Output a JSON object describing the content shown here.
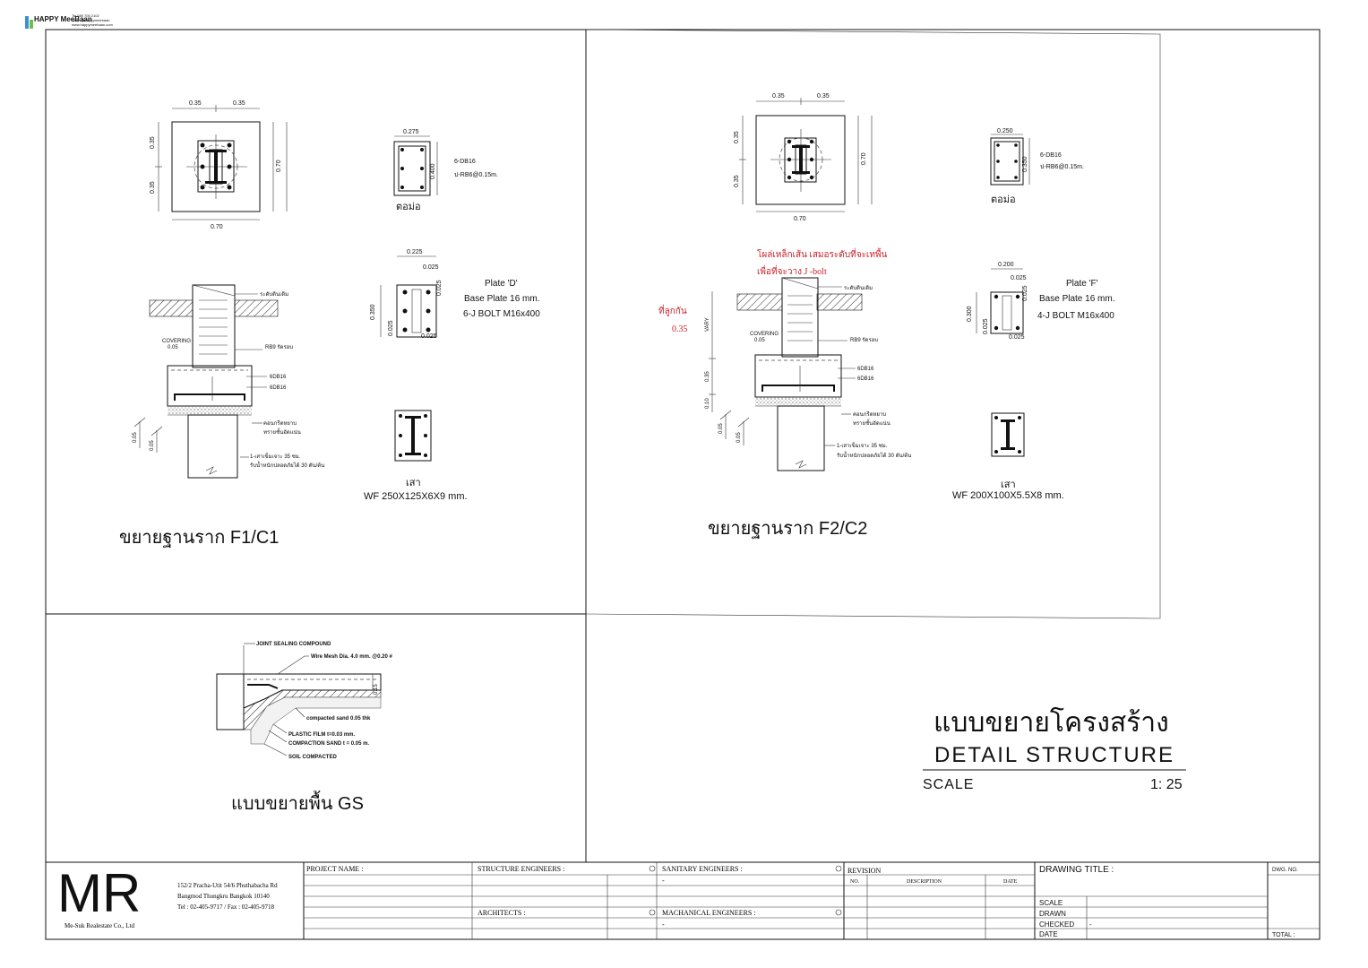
{
  "logo": {
    "brand": "HAPPY MeeBaan",
    "line1": "Tel.089 705 2102",
    "line2": "Line : @happymeebaan",
    "line3": "www.happymeebaan.com"
  },
  "f1": {
    "plan_dims": {
      "d1": "0.35",
      "d2": "0.35",
      "side1": "0.35",
      "side2": "0.35",
      "right": "0.70",
      "bottom": "0.70"
    },
    "pedestal": {
      "width": "0.275",
      "height": "0.400",
      "rebar": "6-DB16",
      "stirrup": "ป-RB6@0.15m.",
      "label": "ตอม่อ"
    },
    "plate_dims": {
      "w": "0.225",
      "t1": "0.025",
      "t2": "0.025",
      "h": "0.350",
      "b1": "0.025",
      "b2": "0.025"
    },
    "plate_text": {
      "l1": "Plate 'D'",
      "l2": "Base Plate 16 mm.",
      "l3": "6-J BOLT M16x400"
    },
    "section": {
      "ground": "ระดับดินเดิม",
      "covering": "COVERING",
      "cov_dim": "0.05",
      "stirrup": "RB9 รัดรอบ",
      "rebar1": "6DB16",
      "rebar2": "6DB16",
      "lean": "คอนกรีตหยาบ",
      "sand": "ทรายชั้นอัดแน่น",
      "pile1": "1-เสาเข็มเจาะ 35 ซม.",
      "pile2": "รับน้ำหนักปลอดภัยได้ 30 ตัน/ต้น",
      "d1": "0.05",
      "d2": "0.05"
    },
    "column": {
      "label": "เสา",
      "spec": "WF 250X125X6X9 mm."
    },
    "title": "ขยายฐานราก F1/C1"
  },
  "f2": {
    "plan_dims": {
      "d1": "0.35",
      "d2": "0.35",
      "side1": "0.35",
      "side2": "0.35",
      "right": "0.70",
      "bottom": "0.70"
    },
    "pedestal": {
      "width": "0.250",
      "height": "0.350",
      "rebar": "6-DB16",
      "stirrup": "ป-RB6@0.15m.",
      "label": "ตอม่อ"
    },
    "note": {
      "l1": "โผล่เหล็กเส้น เสมอระดับที่จะเทพื้น",
      "l2": "เพื่อที่จะวาง J -bolt",
      "l3": "ที่ลูกกัน",
      "l4": "0.35"
    },
    "plate_dims": {
      "w": "0.200",
      "t1": "0.025",
      "t2": "0.025",
      "h": "0.300",
      "b1": "0.025",
      "b2": "0.025"
    },
    "plate_text": {
      "l1": "Plate 'F'",
      "l2": "Base Plate 16 mm.",
      "l3": "4-J BOLT M16x400"
    },
    "section": {
      "ground": "ระดับดินเดิม",
      "covering": "COVERING",
      "cov_dim": "0.05",
      "stirrup": "RB9 รัดรอบ",
      "rebar1": "6DB16",
      "rebar2": "6DB16",
      "lean": "คอนกรีตหยาบ",
      "sand": "ทรายชั้นอัดแน่น",
      "pile1": "1-เสาเข็มเจาะ 35 ซม.",
      "pile2": "รับน้ำหนักปลอดภัยได้ 30 ตัน/ต้น",
      "vary": "VARY",
      "v35": "0.35",
      "v10": "0.10",
      "d1": "0.05",
      "d2": "0.05"
    },
    "column": {
      "label": "เสา",
      "spec": "WF 200X100X5.5X8 mm."
    },
    "title": "ขยายฐานราก F2/C2"
  },
  "gs": {
    "joint": "JOINT SEALING COMPOUND",
    "mesh": "Wire Mesh Dia. 4.0 mm. @0.20 #",
    "thick": "0.15",
    "sand": "compacted sand 0.05 thk",
    "film": "PLASTIC FILM t=0.03 mm.",
    "comp": "COMPACTION SAND  t = 0.05 m.",
    "soil": "SOIL COMPACTED",
    "title": "แบบขยายพื้น GS"
  },
  "sheet_title": {
    "thai": "แบบขยายโครงสร้าง",
    "eng": "DETAIL STRUCTURE",
    "scale_label": "SCALE",
    "scale_value": "1: 25"
  },
  "title_block": {
    "logo": "MR",
    "company": "Me-Suk Realestate Co., Ltd",
    "addr1": "152/2 Pracha-Utit 54/6 Phuthabacha Rd",
    "addr2": "Bangmod Thungkru Bangkok 10140",
    "addr3": "Tel : 02-405-9717 / Fax : 02-405-9718",
    "project": "PROJECT NAME :",
    "structure": "STRUCTURE ENGINEERS :",
    "architects": "ARCHITECTS :",
    "sanitary": "SANITARY ENGINEERS :",
    "sanitary_val": "-",
    "mechanical": "MACHANICAL ENGINEERS :",
    "mechanical_val": "-",
    "revision": "REVISION",
    "no": "NO.",
    "description": "DESCRIPTION",
    "date": "DATE",
    "drawing_title": "DRAWING TITLE :",
    "scale": "SCALE",
    "drawn": "DRAWN",
    "checked": "CHECKED",
    "checked_val": "-",
    "date2": "DATE",
    "dwg_no": "DWG. NO.",
    "total": "TOTAL :"
  }
}
